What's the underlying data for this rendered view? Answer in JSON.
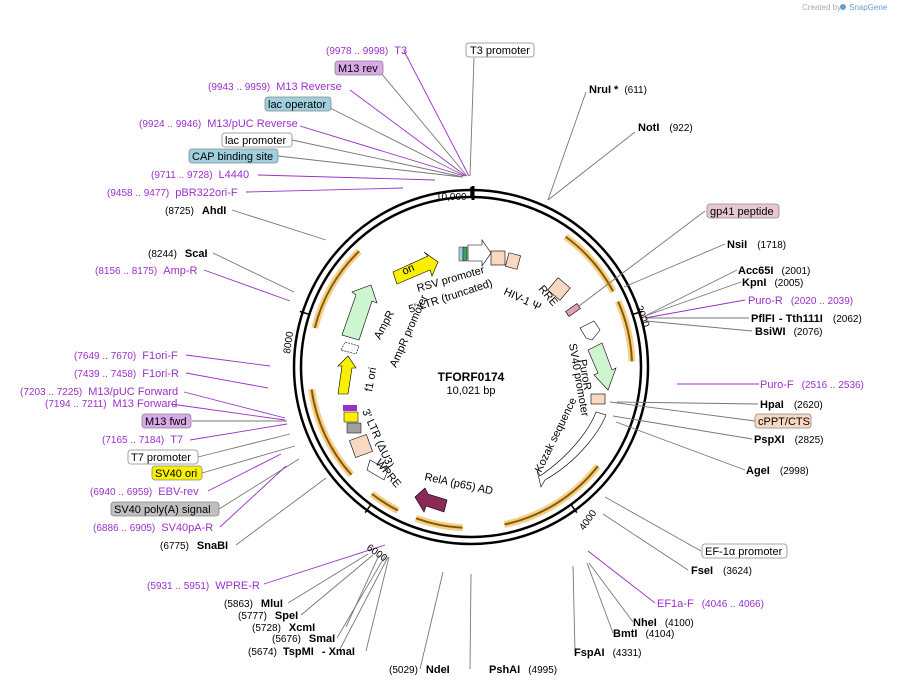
{
  "header": {
    "created_by": "Created by",
    "brand": "SnapGene"
  },
  "plasmid": {
    "name": "TFORF0174",
    "size": "10,021 bp"
  },
  "ticks": [
    "10,000",
    "2000",
    "4000",
    "6000",
    "8000"
  ],
  "enzymes": [
    {
      "name": "NruI *",
      "pos": "(611)"
    },
    {
      "name": "NotI",
      "pos": "(922)"
    },
    {
      "name": "NsiI",
      "pos": "(1718)"
    },
    {
      "name": "Acc65I",
      "pos": "(2001)"
    },
    {
      "name": "KpnI",
      "pos": "(2005)"
    },
    {
      "name": "PflFI",
      "pos": ""
    },
    {
      "name": "- Tth111I",
      "pos": "(2062)"
    },
    {
      "name": "BsiWI",
      "pos": "(2076)"
    },
    {
      "name": "HpaI",
      "pos": "(2620)"
    },
    {
      "name": "PspXI",
      "pos": "(2825)"
    },
    {
      "name": "AgeI",
      "pos": "(2998)"
    },
    {
      "name": "FseI",
      "pos": "(3624)"
    },
    {
      "name": "NheI",
      "pos": "(4100)"
    },
    {
      "name": "BmtI",
      "pos": "(4104)"
    },
    {
      "name": "FspAI",
      "pos": "(4331)"
    },
    {
      "name": "PshAI",
      "pos": "(4995)"
    },
    {
      "name": "NdeI",
      "pos": "(5029)"
    },
    {
      "name": "TspMI",
      "pos": "(5674)"
    },
    {
      "name": "- XmaI",
      "pos": ""
    },
    {
      "name": "SmaI",
      "pos": "(5676)"
    },
    {
      "name": "XcmI",
      "pos": "(5728)"
    },
    {
      "name": "SpeI",
      "pos": "(5777)"
    },
    {
      "name": "MluI",
      "pos": "(5863)"
    },
    {
      "name": "SnaBI",
      "pos": "(6775)"
    },
    {
      "name": "ScaI",
      "pos": "(8244)"
    },
    {
      "name": "AhdI",
      "pos": "(8725)"
    }
  ],
  "primers": [
    {
      "name": "T3",
      "pos": "(9978 .. 9998)"
    },
    {
      "name": "M13 Reverse",
      "pos": "(9943 .. 9959)"
    },
    {
      "name": "M13/pUC Reverse",
      "pos": "(9924 .. 9946)"
    },
    {
      "name": "L4440",
      "pos": "(9711 .. 9728)"
    },
    {
      "name": "pBR322ori-F",
      "pos": "(9458 .. 9477)"
    },
    {
      "name": "Amp-R",
      "pos": "(8156 .. 8175)"
    },
    {
      "name": "F1ori-F",
      "pos": "(7649 .. 7670)"
    },
    {
      "name": "F1ori-R",
      "pos": "(7439 .. 7458)"
    },
    {
      "name": "M13/pUC Forward",
      "pos": "(7203 .. 7225)"
    },
    {
      "name": "M13 Forward",
      "pos": "(7194 .. 7211)"
    },
    {
      "name": "T7",
      "pos": "(7165 .. 7184)"
    },
    {
      "name": "EBV-rev",
      "pos": "(6940 .. 6959)"
    },
    {
      "name": "SV40pA-R",
      "pos": "(6886 .. 6905)"
    },
    {
      "name": "WPRE-R",
      "pos": "(5931 .. 5951)"
    },
    {
      "name": "Puro-R",
      "pos": "(2020 .. 2039)"
    },
    {
      "name": "Puro-F",
      "pos": "(2516 .. 2536)"
    },
    {
      "name": "EF1a-F",
      "pos": "(4046 .. 4066)"
    }
  ],
  "boxed_features": [
    {
      "name": "T3 promoter",
      "fill": "#ffffff"
    },
    {
      "name": "M13 rev",
      "fill": "#d9a9e8"
    },
    {
      "name": "lac operator",
      "fill": "#9fcfdf"
    },
    {
      "name": "lac promoter",
      "fill": "#ffffff"
    },
    {
      "name": "CAP binding site",
      "fill": "#9fcfdf"
    },
    {
      "name": "gp41 peptide",
      "fill": "#e8c8d0"
    },
    {
      "name": "cPPT/CTS",
      "fill": "#f8d8c0"
    },
    {
      "name": "EF-1α promoter",
      "fill": "#ffffff"
    },
    {
      "name": "M13 fwd",
      "fill": "#d9a9e8"
    },
    {
      "name": "T7 promoter",
      "fill": "#ffffff"
    },
    {
      "name": "SV40 ori",
      "fill": "#f8f000"
    },
    {
      "name": "SV40 poly(A) signal",
      "fill": "#c0c0c0"
    }
  ],
  "inner_features": [
    "ori",
    "RSV promoter",
    "5′ LTR (truncated)",
    "HIV-1 Ψ",
    "RRE",
    "AmpR",
    "AmpR promoter",
    "f1 ori",
    "SV40 promoter",
    "PuroR",
    "Kozak sequence",
    "3′ LTR (ΔU3)",
    "WPRE",
    "RelA (p65) AD"
  ],
  "colors": {
    "primer": "#9b30c9",
    "orf_arc": "#f4b449",
    "ori": "#f8f000",
    "ampr": "#cdf5d0",
    "rela": "#8a2b55",
    "ltr": "#f8d8c0"
  }
}
